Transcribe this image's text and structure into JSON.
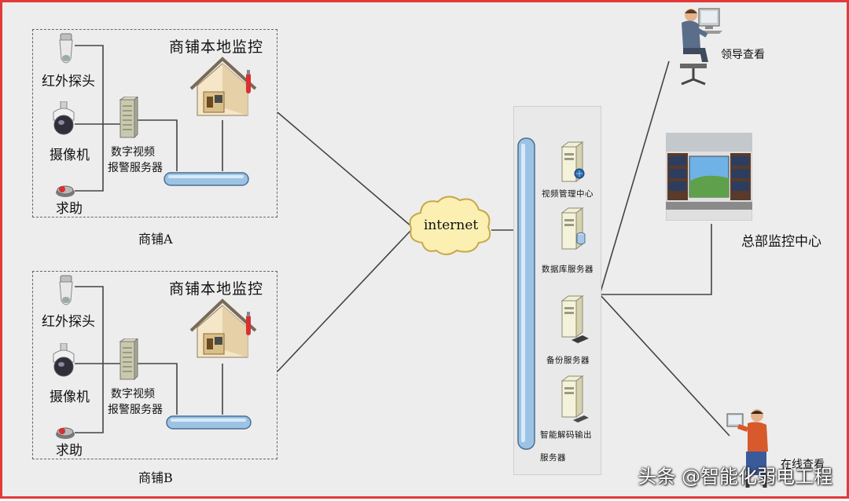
{
  "shop_a": {
    "title": "商铺本地监控",
    "name": "商铺A",
    "infrared_label": "红外探头",
    "camera_label": "摄像机",
    "help_label": "求助",
    "server_label_1": "数字视频",
    "server_label_2": "报警服务器"
  },
  "shop_b": {
    "title": "商铺本地监控",
    "name": "商铺B",
    "infrared_label": "红外探头",
    "camera_label": "摄像机",
    "help_label": "求助",
    "server_label_1": "数字视频",
    "server_label_2": "报警服务器"
  },
  "internet": {
    "label": "internet"
  },
  "center_servers": {
    "video_mgmt": "视频管理中心",
    "database": "数据库服务器",
    "backup": "备份服务器",
    "decoder_1": "智能解码输出",
    "decoder_2": "服务器"
  },
  "endpoints": {
    "leader": "领导查看",
    "hq": "总部监控中心",
    "mobile": "在线查看"
  },
  "watermark": "头条 @智能化弱电工程",
  "colors": {
    "border": "#e23a3a",
    "bus": "#9cc3e4",
    "line": "#333333"
  }
}
